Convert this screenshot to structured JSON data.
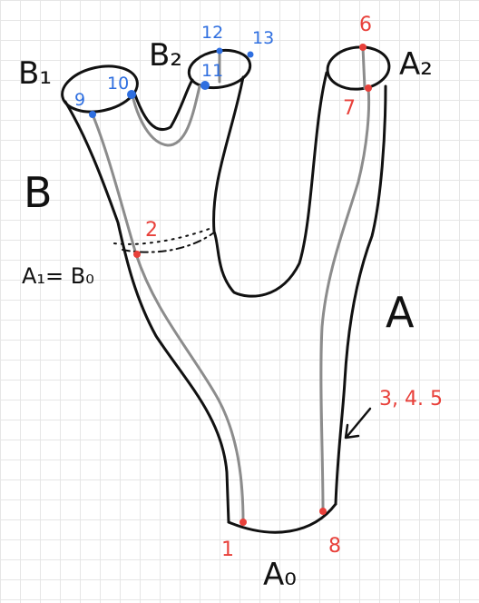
{
  "labels": {
    "B1": "B₁",
    "B2": "B₂",
    "A2": "A₂",
    "B": "B",
    "A": "A",
    "A1B0": "A₁= B₀",
    "A0": "A₀",
    "p1": "1",
    "p2": "2",
    "p345": "3, 4. 5",
    "p6": "6",
    "p7": "7",
    "p8": "8",
    "p9": "9",
    "p10": "10",
    "p11": "11",
    "p12": "12",
    "p13": "13"
  },
  "colors": {
    "red": "#e8403a",
    "blue": "#2f6fe0",
    "outline": "#111111",
    "gray_path": "#8c8c8c",
    "grid": "#e6e6e6"
  }
}
